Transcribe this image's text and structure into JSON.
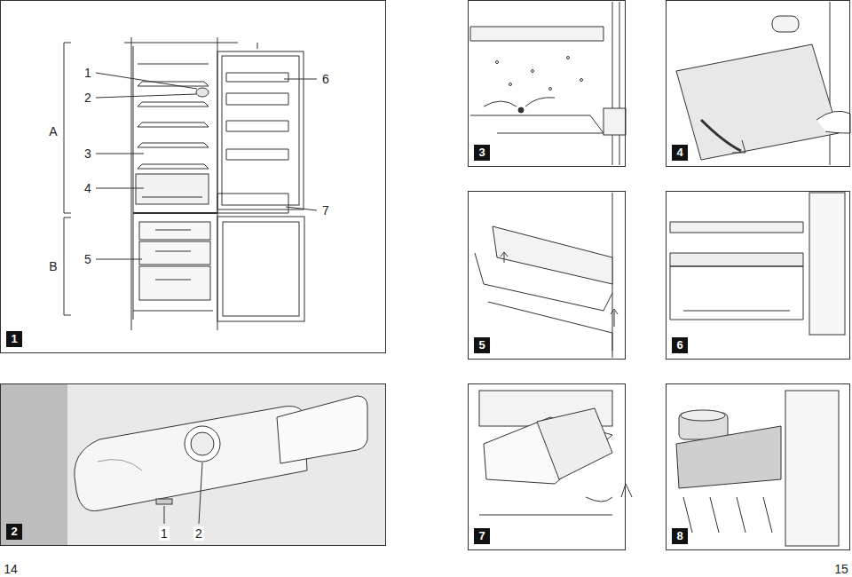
{
  "diagram": {
    "nodes": [
      {
        "text": [
          "1"
        ]
      },
      {
        "text": [
          "3"
        ]
      },
      {
        "text": [
          "4"
        ]
      },
      {
        "text": [
          "5"
        ]
      },
      {
        "text": [
          "6"
        ]
      },
      {
        "text": [
          "2"
        ]
      },
      {
        "text": [
          "7"
        ]
      },
      {
        "text": [
          "8"
        ]
      }
    ],
    "labels": [
      "A",
      "B",
      "1",
      "2",
      "3",
      "4",
      "5",
      "6",
      "7",
      "1",
      "2",
      "14",
      "15"
    ]
  }
}
